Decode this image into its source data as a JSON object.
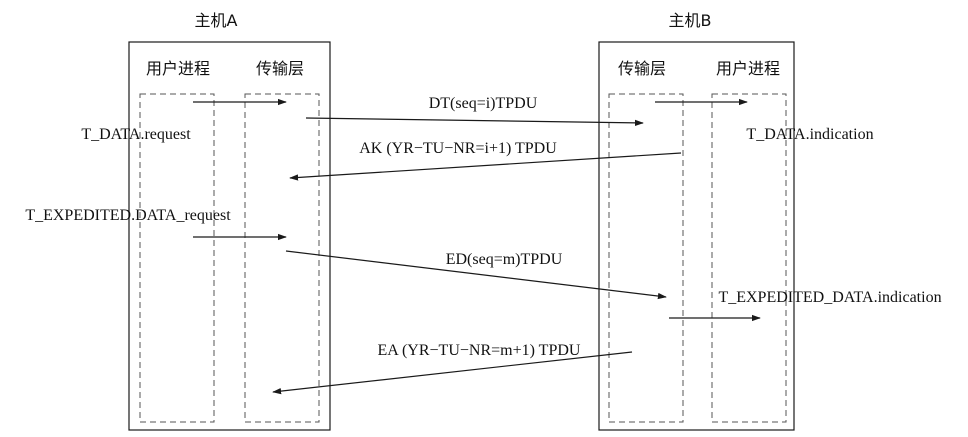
{
  "hosts": {
    "a": {
      "title": "主机A",
      "layers": {
        "user": "用户进程",
        "transport": "传输层"
      }
    },
    "b": {
      "title": "主机B",
      "layers": {
        "transport": "传输层",
        "user": "用户进程"
      }
    }
  },
  "primitives": {
    "data_request": "T_DATA.request",
    "data_indication": "T_DATA.indication",
    "expedited_request": "T_EXPEDITED.DATA_request",
    "expedited_indication": "T_EXPEDITED_DATA.indication"
  },
  "messages": {
    "dt": "DT(seq=i)TPDU",
    "ak": "AK (YR−TU−NR=i+1) TPDU",
    "ed": "ED(seq=m)TPDU",
    "ea": "EA (YR−TU−NR=m+1) TPDU"
  },
  "colors": {
    "line": "#1a1a1a",
    "dash": "#555555"
  }
}
